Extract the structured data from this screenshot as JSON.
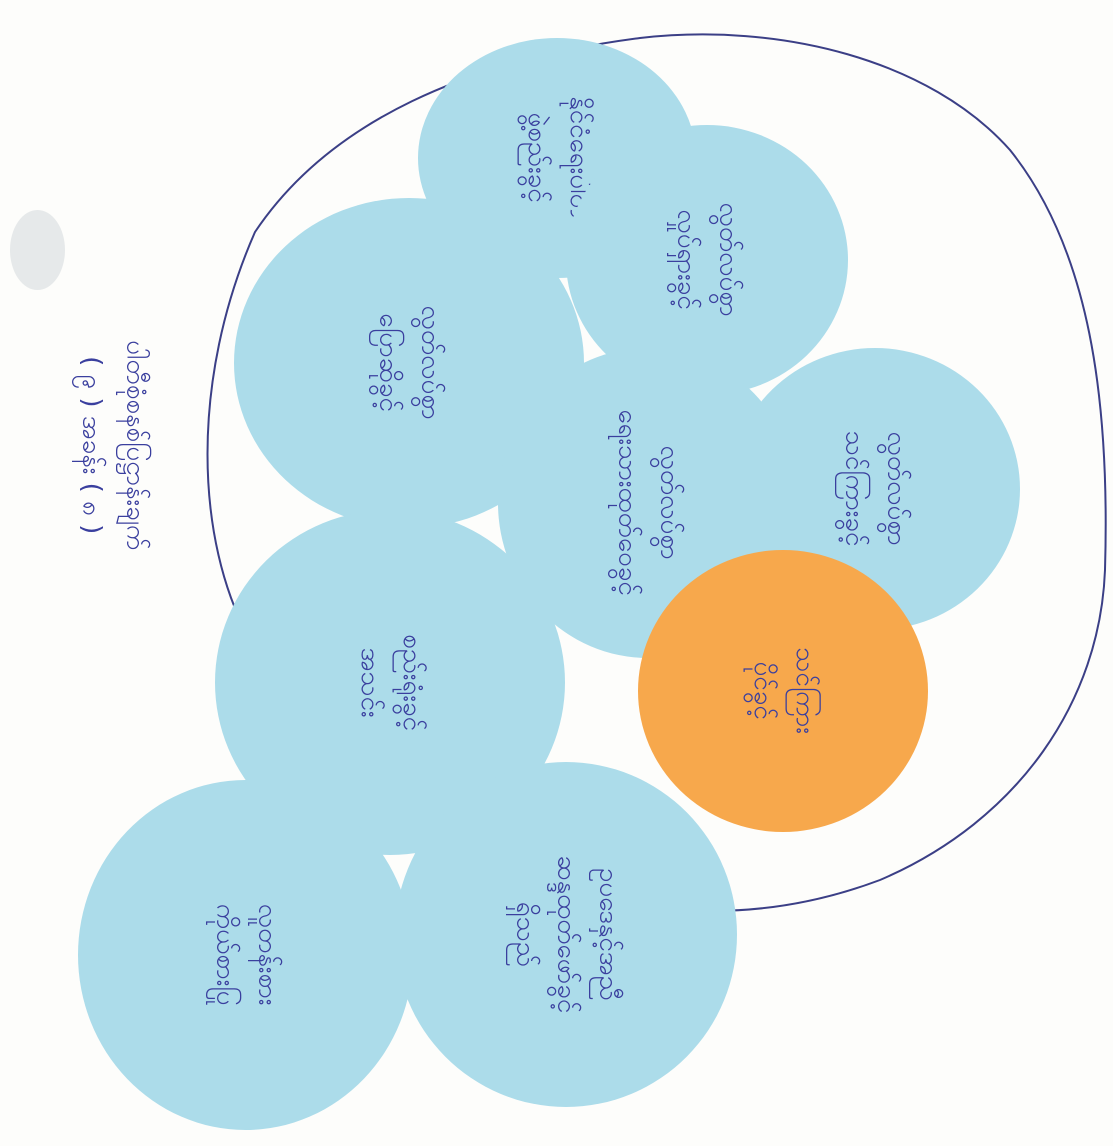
{
  "side_note": {
    "line1": "ပါတီစုံစနစ်ပြဋ္ဌာန်းချက်",
    "line2": "( ၉ ) အခန်း ( ၈ )"
  },
  "colors": {
    "background": "#fdfdfb",
    "ring": "#3b3f86",
    "blue_circle": "#acdcea",
    "orange_circle": "#f7a84c",
    "ink": "#3a3f9e"
  },
  "circles": [
    {
      "id": "top",
      "label": "နိုင်ငံရေးပါတီ\nဖွဲ့စည်းခွင့်"
    },
    {
      "id": "upper-middle",
      "label": "လွတ်လပ်စွာ\nလှုပ်ရှားခွင့်"
    },
    {
      "id": "upper-left",
      "label": "လွတ်လပ်စွာ\nပြောဆိုခွင့်"
    },
    {
      "id": "right-upper",
      "label": "လွတ်လပ်စွာ\nသင်ကြားခွင့်"
    },
    {
      "id": "center",
      "label": "လွတ်လပ်စွာ\nရေးသားထုတ်ဝေခွင့်"
    },
    {
      "id": "orange-center",
      "label": "သင်ကြား\nပိုင်ခွင့်"
    },
    {
      "id": "middle-left",
      "label": "စည်းရုံးခွင့်\nအသင်း"
    },
    {
      "id": "bottom-left",
      "label": "လူတန်းစား\nကိုယ်စားပြု"
    },
    {
      "id": "bottom-center",
      "label": "ဥပဒေနှင့်အညီ\nဆန္ဒထုတ်ဖော်ခွင့်\nရှိသည်"
    }
  ]
}
